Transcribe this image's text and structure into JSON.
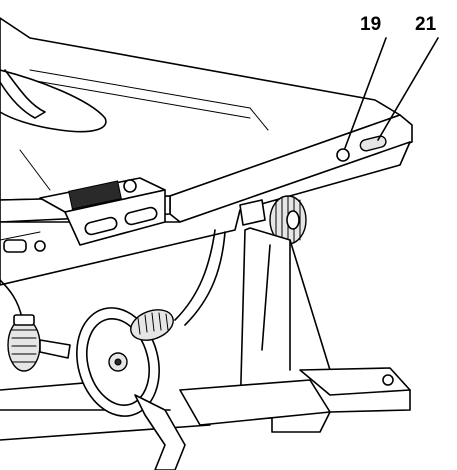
{
  "callouts": [
    {
      "label": "19",
      "target": "small-round-knob"
    },
    {
      "label": "21",
      "target": "oblong-slot-indicator"
    }
  ],
  "colors": {
    "line": "#000000",
    "background": "#ffffff",
    "shade": "#e6e6e6",
    "dark": "#2a2a2a"
  }
}
